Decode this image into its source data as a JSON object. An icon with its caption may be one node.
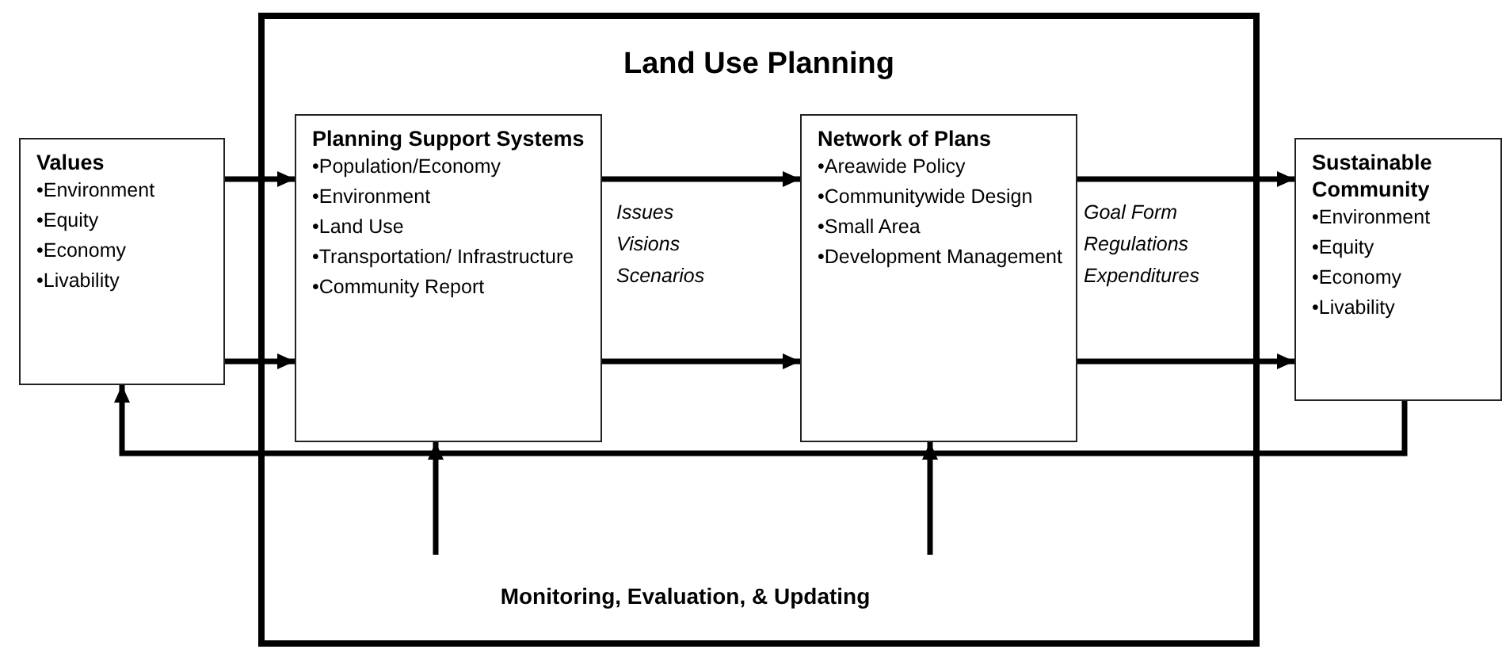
{
  "diagram": {
    "nodes": [
      {
        "text": [
          "Land Use Planning"
        ]
      },
      {
        "text": [
          "Values",
          "•Environment",
          "•Equity",
          "•Economy",
          "•Livability"
        ]
      },
      {
        "text": [
          "Planning Support Systems",
          "•Population/Economy",
          "•Environment",
          "•Land Use",
          "•Transportation/ Infrastructure",
          "•Community Report"
        ],
        "in": 0
      },
      {
        "text": [
          "Network of Plans",
          "•Areawide Policy",
          "•Communitywide Design",
          "•Small Area",
          "•Development Management"
        ],
        "in": 0
      },
      {
        "text": [
          "Sustainable Community",
          "•Environment",
          "•Equity",
          "•Economy",
          "•Livability"
        ]
      },
      {
        "text": [
          "Monitoring, Evaluation, & Updating"
        ],
        "in": 0
      }
    ],
    "edges": [
      {
        "from": 1,
        "to": 2,
        "arrow": "to"
      },
      {
        "from": 1,
        "to": 2,
        "arrow": "to"
      },
      {
        "from": 2,
        "to": 3,
        "arrow": "to"
      },
      {
        "from": 2,
        "to": 3,
        "arrow": "to"
      },
      {
        "from": 3,
        "to": 4,
        "arrow": "to"
      },
      {
        "from": 3,
        "to": 4,
        "arrow": "to"
      },
      {
        "from": 4,
        "to": 1,
        "arrow": "to"
      },
      {
        "from": 5,
        "to": 2,
        "arrow": "to"
      },
      {
        "from": 5,
        "to": 3,
        "arrow": "to"
      }
    ],
    "labels": [
      "Issues Visions Scenarios",
      "Goal Form Regulations Expenditures"
    ]
  }
}
